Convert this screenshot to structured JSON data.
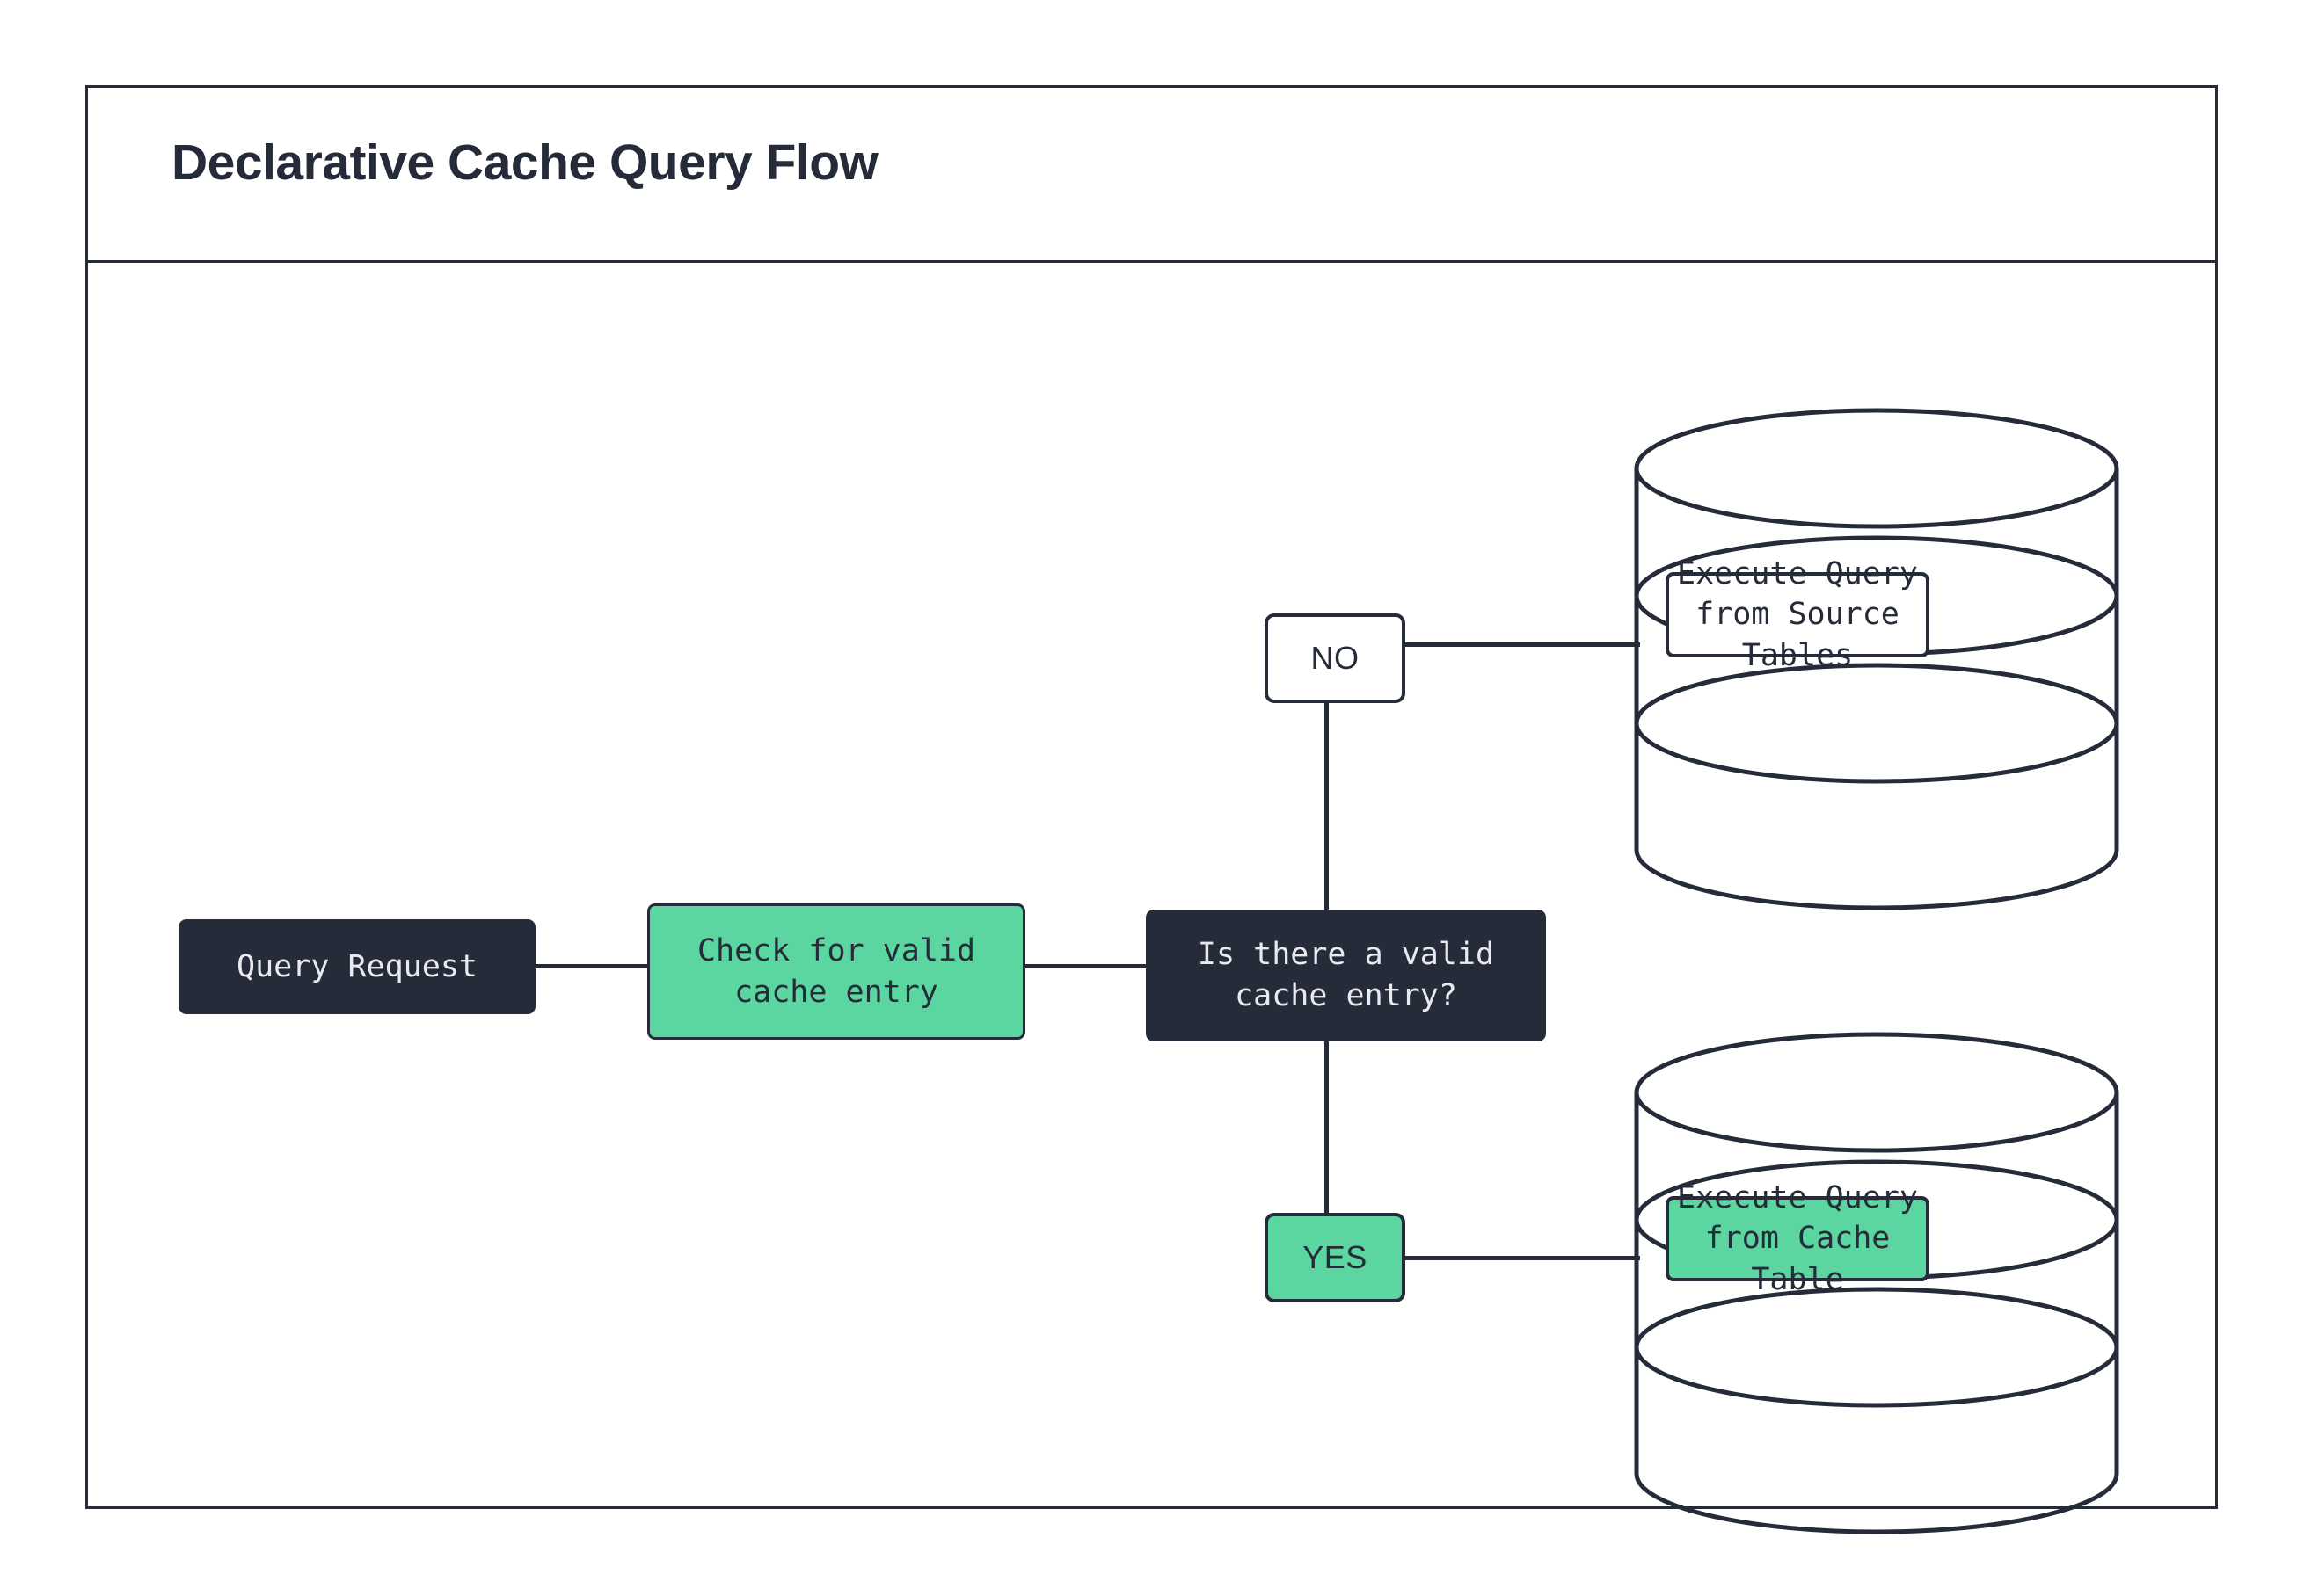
{
  "diagram": {
    "title": "Declarative Cache Query Flow",
    "colors": {
      "ink": "#262b3a",
      "accent_green": "#5cd6a0",
      "surface": "#ffffff",
      "dark_text": "#e8eaf0"
    },
    "nodes": {
      "query_request": {
        "label": "Query Request",
        "style": "dark"
      },
      "check_cache": {
        "label": "Check for valid\ncache entry",
        "style": "green"
      },
      "decision": {
        "label": "Is there a valid\ncache entry?",
        "style": "dark"
      },
      "source_db": {
        "label": "Execute Query\nfrom Source Tables",
        "style": "white",
        "shape": "database"
      },
      "cache_db": {
        "label": "Execute Query\nfrom Cache Table",
        "style": "green",
        "shape": "database"
      }
    },
    "branches": {
      "no": {
        "label": "NO",
        "style": "white"
      },
      "yes": {
        "label": "YES",
        "style": "green"
      }
    },
    "edges": [
      {
        "from": "query_request",
        "to": "check_cache"
      },
      {
        "from": "check_cache",
        "to": "decision"
      },
      {
        "from": "decision",
        "to": "no"
      },
      {
        "from": "no",
        "to": "source_db"
      },
      {
        "from": "decision",
        "to": "yes"
      },
      {
        "from": "yes",
        "to": "cache_db"
      }
    ]
  }
}
